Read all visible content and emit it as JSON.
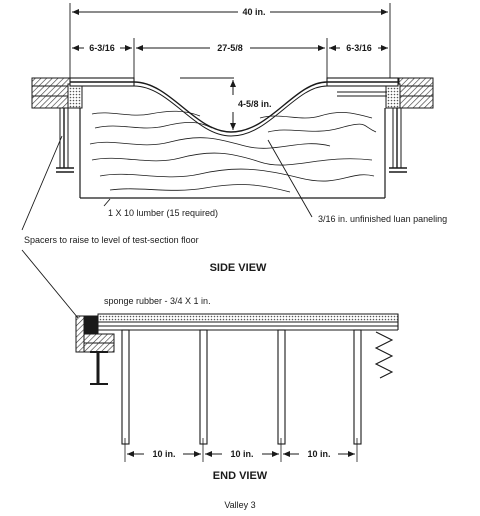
{
  "side_view": {
    "dim_overall": "40 in.",
    "dim_left": "6-3/16",
    "dim_center": "27-5/8",
    "dim_right": "6-3/16",
    "dim_depth": "4-5/8 in.",
    "label_lumber": "1 X 10 lumber (15 required)",
    "label_paneling": "3/16 in. unfinished luan paneling",
    "label_spacers": "Spacers to raise to level of test-section floor",
    "title": "SIDE VIEW"
  },
  "end_view": {
    "label_sponge": "sponge rubber - 3/4 X 1 in.",
    "spacings": [
      "10 in.",
      "10 in.",
      "10 in."
    ],
    "title": "END VIEW"
  },
  "caption": "Valley 3"
}
